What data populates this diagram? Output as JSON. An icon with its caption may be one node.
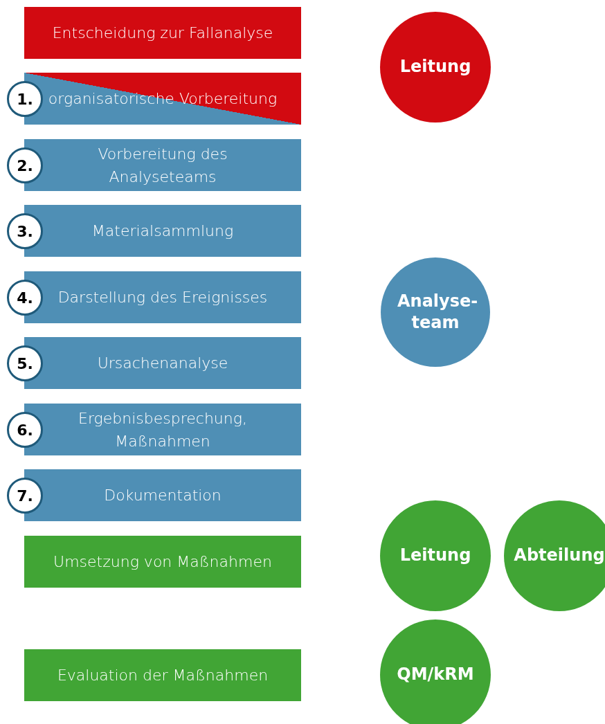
{
  "diagram": {
    "nodes": [
      {
        "text": [
          "Entscheidung zur Fallanalyse"
        ]
      },
      {
        "text": [
          "Leitung"
        ]
      },
      {
        "text": [
          "1."
        ]
      },
      {
        "text": [
          "organisatorische Vorbereitung"
        ]
      },
      {
        "text": [
          "2."
        ]
      },
      {
        "text": [
          "Vorbereitung des Analyseteams"
        ]
      },
      {
        "text": [
          "3."
        ]
      },
      {
        "text": [
          "Materialsammlung"
        ]
      },
      {
        "text": [
          "4."
        ]
      },
      {
        "text": [
          "Darstellung des Ereignisses"
        ]
      },
      {
        "text": [
          "Analyse- team"
        ]
      },
      {
        "text": [
          "5."
        ]
      },
      {
        "text": [
          "Ursachenanalyse"
        ]
      },
      {
        "text": [
          "6."
        ]
      },
      {
        "text": [
          "Ergebnisbesprechung, Maßnahmen"
        ]
      },
      {
        "text": [
          "7."
        ]
      },
      {
        "text": [
          "Dokumentation"
        ]
      },
      {
        "text": [
          "Umsetzung von Maßnahmen"
        ]
      },
      {
        "text": [
          "Leitung"
        ]
      },
      {
        "text": [
          "Abteilung"
        ]
      },
      {
        "text": [
          "Evaluation der Maßnahmen"
        ]
      },
      {
        "text": [
          "QM/kRM"
        ]
      }
    ],
    "edges": []
  }
}
